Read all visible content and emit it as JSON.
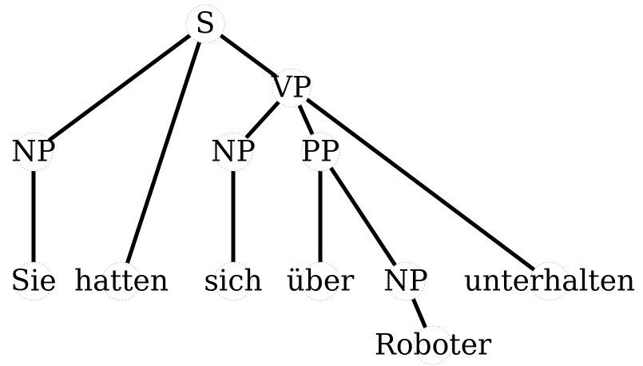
{
  "tree": {
    "nodes": [
      {
        "id": "S",
        "label": "S"
      },
      {
        "id": "VP",
        "label": "VP"
      },
      {
        "id": "NP1",
        "label": "NP"
      },
      {
        "id": "NP2",
        "label": "NP"
      },
      {
        "id": "PP",
        "label": "PP"
      },
      {
        "id": "Sie",
        "label": "Sie"
      },
      {
        "id": "hatten",
        "label": "hatten"
      },
      {
        "id": "sich",
        "label": "sich"
      },
      {
        "id": "ueber",
        "label": "über"
      },
      {
        "id": "NP3",
        "label": "NP"
      },
      {
        "id": "unterhalten",
        "label": "unterhalten"
      },
      {
        "id": "Roboter",
        "label": "Roboter"
      }
    ],
    "edges": [
      [
        "S",
        "NP1"
      ],
      [
        "S",
        "hatten"
      ],
      [
        "S",
        "VP"
      ],
      [
        "VP",
        "NP2"
      ],
      [
        "VP",
        "PP"
      ],
      [
        "VP",
        "unterhalten"
      ],
      [
        "NP1",
        "Sie"
      ],
      [
        "NP2",
        "sich"
      ],
      [
        "PP",
        "ueber"
      ],
      [
        "PP",
        "NP3"
      ],
      [
        "NP3",
        "Roboter"
      ]
    ]
  }
}
